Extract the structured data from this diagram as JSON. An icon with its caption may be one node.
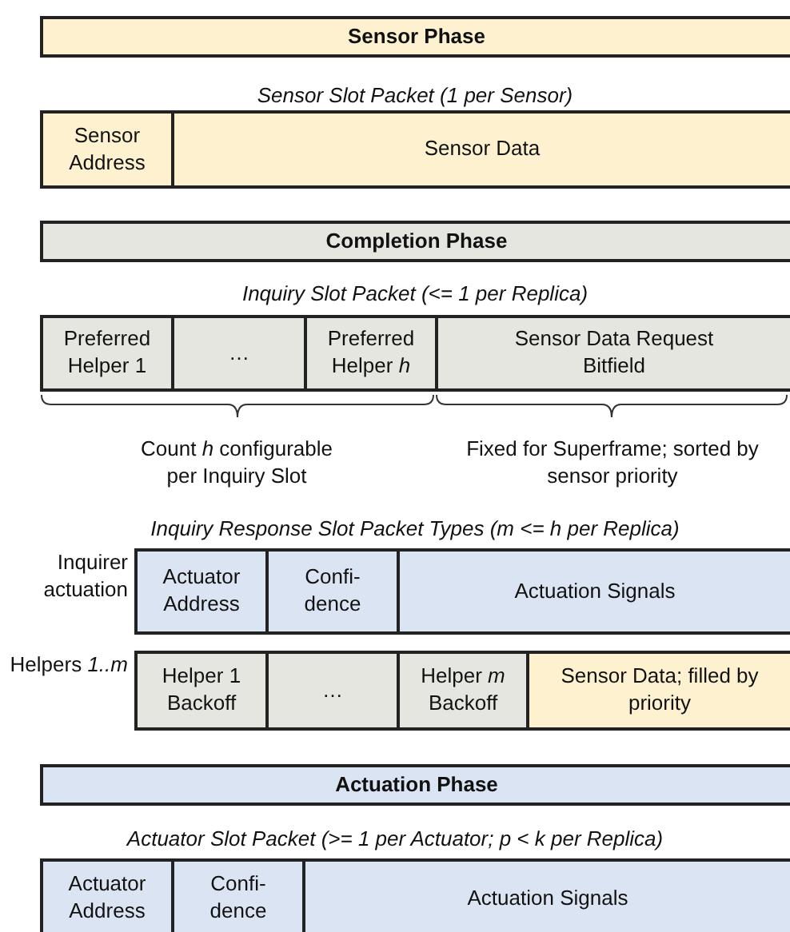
{
  "diagram": {
    "nodes": [
      {
        "text": [
          "Sensor Phase"
        ]
      },
      {
        "text": [
          "Sensor Address"
        ]
      },
      {
        "text": [
          "Sensor Data"
        ]
      },
      {
        "text": [
          "Completion Phase"
        ]
      },
      {
        "text": [
          "Preferred Helper 1"
        ]
      },
      {
        "text": [
          "…"
        ]
      },
      {
        "text": [
          "Preferred Helper *h*"
        ]
      },
      {
        "text": [
          "Sensor Data Request Bitfield"
        ]
      },
      {
        "text": [
          "Actuator Address"
        ]
      },
      {
        "text": [
          "Confi- dence"
        ]
      },
      {
        "text": [
          "Actuation Signals"
        ]
      },
      {
        "text": [
          "Helper 1 Backoff"
        ]
      },
      {
        "text": [
          "…"
        ]
      },
      {
        "text": [
          "Helper *m* Backoff"
        ]
      },
      {
        "text": [
          "Sensor Data; filled by priority"
        ]
      },
      {
        "text": [
          "Actuation Phase"
        ]
      },
      {
        "text": [
          "Actuator Address"
        ]
      },
      {
        "text": [
          "Confi- dence"
        ]
      },
      {
        "text": [
          "Actuation Signals"
        ]
      }
    ],
    "labels": [
      "Sensor Slot Packet (1 per Sensor)",
      "Inquiry Slot Packet (<= 1 per Replica)",
      "Count *h* configurable per Inquiry Slot",
      "Fixed for Superframe; sorted by sensor priority",
      "Inquiry Response Slot Packet Types (m <= h per Replica)",
      "Inquirer actuation",
      "Helpers *1..m*",
      "Actuator Slot Packet (>= 1 per Actuator; p < k per Replica)"
    ]
  }
}
